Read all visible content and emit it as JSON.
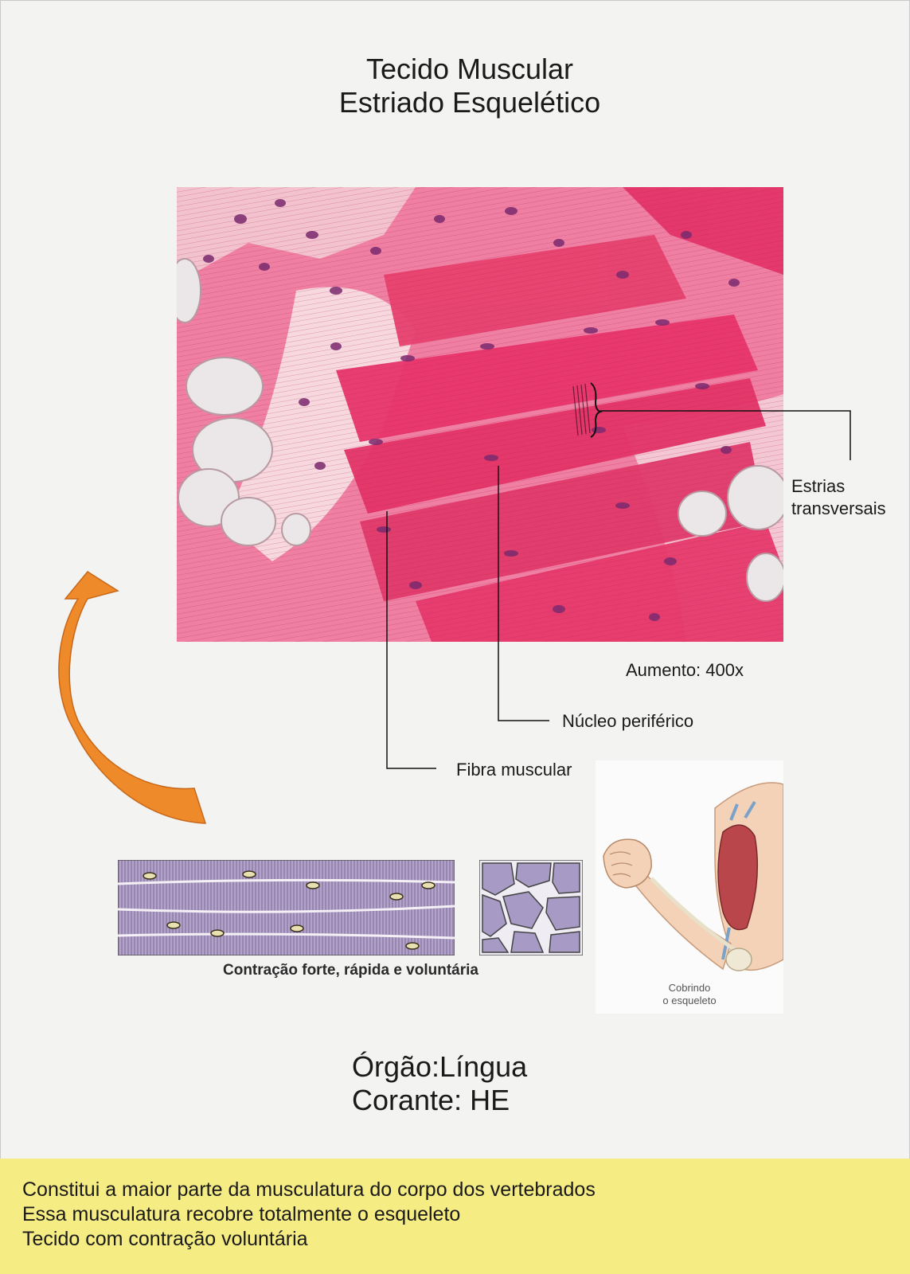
{
  "title": {
    "line1": "Tecido Muscular",
    "line2": "Estriado Esquelético"
  },
  "annotations": {
    "estrias_line1": "Estrias",
    "estrias_line2": "transversais",
    "aumento": "Aumento: 400x",
    "nucleo": "Núcleo periférico",
    "fibra": "Fibra muscular"
  },
  "schema_caption": "Contração forte, rápida e voluntária",
  "arm_caption": {
    "line1": "Cobrindo",
    "line2": "o esqueleto"
  },
  "organ": {
    "orgao": "Órgão:Língua",
    "corante": "Corante: HE"
  },
  "facts": [
    "Constitui a maior parte da musculatura do corpo dos vertebrados",
    "Essa musculatura recobre totalmente o esqueleto",
    "Tecido com contração voluntária"
  ],
  "colors": {
    "band": "#f5ec83",
    "arrow": "#ee8a2a",
    "stain": "#e0336a"
  }
}
